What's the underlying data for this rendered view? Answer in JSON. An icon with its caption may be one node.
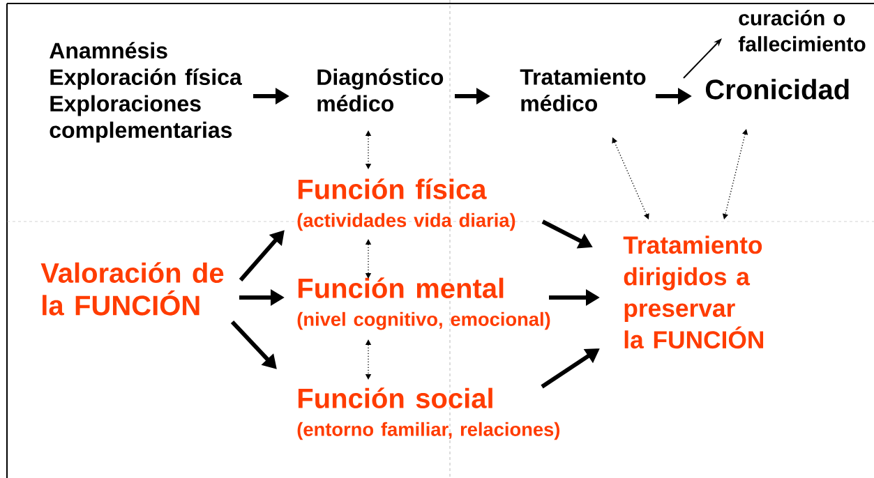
{
  "diagram": {
    "nodes": [
      {
        "text": [
          "Anamnésis",
          "Exploración física",
          "Exploraciones",
          "complementarias"
        ]
      },
      {
        "text": [
          "Diagnóstico médico"
        ]
      },
      {
        "text": [
          "Tratamiento médico"
        ]
      },
      {
        "text": [
          "Cronicidad"
        ]
      },
      {
        "text": [
          "curación o fallecimiento"
        ]
      },
      {
        "text": [
          "Función física",
          "(actividades vida diaria)"
        ]
      },
      {
        "text": [
          "Valoración de la FUNCIÓN"
        ]
      },
      {
        "text": [
          "Función mental",
          "(nivel cognitivo, emocional)"
        ]
      },
      {
        "text": [
          "Función social",
          "(entorno familiar, relaciones)"
        ]
      },
      {
        "text": [
          "Tratamiento dirigidos a preservar",
          "la FUNCIÓN"
        ]
      }
    ],
    "edges": [
      {
        "from": 0,
        "to": 1,
        "arrow": "to"
      },
      {
        "from": 1,
        "to": 2,
        "arrow": "to"
      },
      {
        "from": 2,
        "to": 3,
        "arrow": "to"
      },
      {
        "from": 3,
        "to": 4,
        "arrow": "to"
      },
      {
        "from": 1,
        "to": 5,
        "arrow": "both",
        "style": "dashed"
      },
      {
        "from": 2,
        "to": 9,
        "arrow": "both",
        "style": "dashed"
      },
      {
        "from": 3,
        "to": 9,
        "arrow": "both",
        "style": "dashed"
      },
      {
        "from": 6,
        "to": 5,
        "arrow": "to"
      },
      {
        "from": 6,
        "to": 7,
        "arrow": "to"
      },
      {
        "from": 6,
        "to": 8,
        "arrow": "to"
      },
      {
        "from": 5,
        "to": 9,
        "arrow": "to"
      },
      {
        "from": 7,
        "to": 9,
        "arrow": "to"
      },
      {
        "from": 8,
        "to": 9,
        "arrow": "to"
      },
      {
        "from": 5,
        "to": 7,
        "arrow": "both",
        "style": "dashed"
      },
      {
        "from": 7,
        "to": 8,
        "arrow": "both",
        "style": "dashed"
      }
    ]
  }
}
